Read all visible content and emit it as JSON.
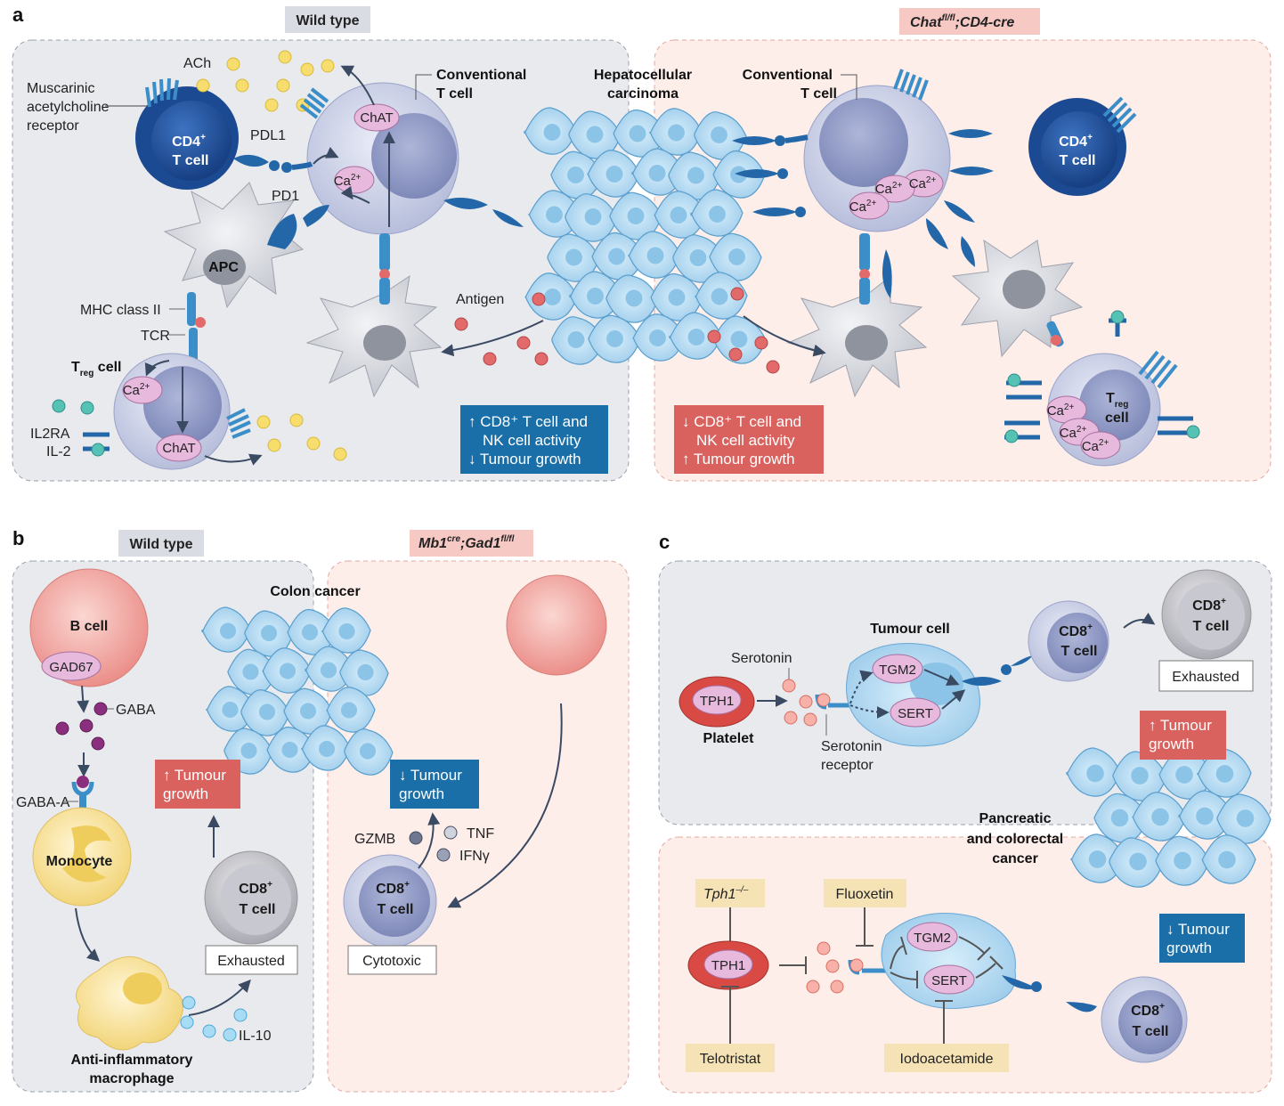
{
  "panels": {
    "a": {
      "letter": "a",
      "wild_type_tag": "Wild type",
      "mutant_tag": "Chat",
      "mutant_tag_sup": "fl/fl",
      "mutant_tag_rest": ";CD4-cre",
      "labels": {
        "ach": "ACh",
        "mach_receptor_1": "Muscarinic",
        "mach_receptor_2": "acetylcholine",
        "mach_receptor_3": "receptor",
        "cd4_1": "CD4",
        "cd4_sup": "+",
        "cd4_2": "T cell",
        "pdl1": "PDL1",
        "pd1": "PD1",
        "conv_t_1": "Conventional",
        "conv_t_2": "T cell",
        "chat": "ChAT",
        "ca": "Ca",
        "ca_sup": "2+",
        "apc": "APC",
        "mhc": "MHC class II",
        "tcr": "TCR",
        "treg_t": "T",
        "treg_sub": "reg",
        "treg_cell": " cell",
        "il2ra": "IL2RA",
        "il2": "IL-2",
        "antigen": "Antigen",
        "hcc_1": "Hepatocellular",
        "hcc_2": "carcinoma",
        "treg_cell2": "cell"
      },
      "wt_outcome": [
        "↑ CD8⁺ T cell and",
        "NK cell activity",
        "↓ Tumour growth"
      ],
      "mut_outcome": [
        "↓ CD8⁺ T cell and",
        "NK cell activity",
        "↑ Tumour growth"
      ]
    },
    "b": {
      "letter": "b",
      "wild_type_tag": "Wild type",
      "mutant_tag_1": "Mb1",
      "mutant_tag_sup1": "cre",
      "mutant_tag_2": ";Gad1",
      "mutant_tag_sup2": "fl/fl",
      "labels": {
        "b_cell": "B cell",
        "gad67": "GAD67",
        "gaba": "GABA",
        "gaba_a": "GABA-A",
        "monocyte": "Monocyte",
        "macrophage_1": "Anti-inflammatory",
        "macrophage_2": "macrophage",
        "il10": "IL-10",
        "colon_cancer": "Colon cancer",
        "cd8_1": "CD8",
        "cd8_sup": "+",
        "cd8_2": "T cell",
        "exhausted": "Exhausted",
        "cytotoxic": "Cytotoxic",
        "gzmb": "GZMB",
        "tnf": "TNF",
        "ifng": "IFNγ"
      },
      "up_box": [
        "↑ Tumour",
        "growth"
      ],
      "down_box": [
        "↓ Tumour",
        "growth"
      ]
    },
    "c": {
      "letter": "c",
      "labels": {
        "tph1": "TPH1",
        "platelet": "Platelet",
        "serotonin": "Serotonin",
        "serotonin_receptor_1": "Serotonin",
        "serotonin_receptor_2": "receptor",
        "tumour_cell": "Tumour cell",
        "tgm2": "TGM2",
        "sert": "SERT",
        "cd8_1": "CD8",
        "cd8_sup": "+",
        "cd8_2": "T cell",
        "exhausted": "Exhausted",
        "pancreatic_1": "Pancreatic",
        "pancreatic_2": "and colorectal",
        "pancreatic_3": "cancer",
        "tph1_ko": "Tph1",
        "tph1_ko_sup": "–/–",
        "fluoxetin": "Fluoxetin",
        "telotristat": "Telotristat",
        "iodoacetamide": "Iodoacetamide"
      },
      "up_box": [
        "↑ Tumour",
        "growth"
      ],
      "down_box": [
        "↓ Tumour",
        "growth"
      ]
    }
  },
  "colors": {
    "wt_bg": "#e8eaee",
    "mut_bg": "#fdeeea",
    "blue_box": "#1a6fa8",
    "red_box": "#d9625e",
    "tag_wt": "#d9dce2",
    "tag_mut": "#f6c9c5",
    "drug_box": "#f6e3b5"
  }
}
